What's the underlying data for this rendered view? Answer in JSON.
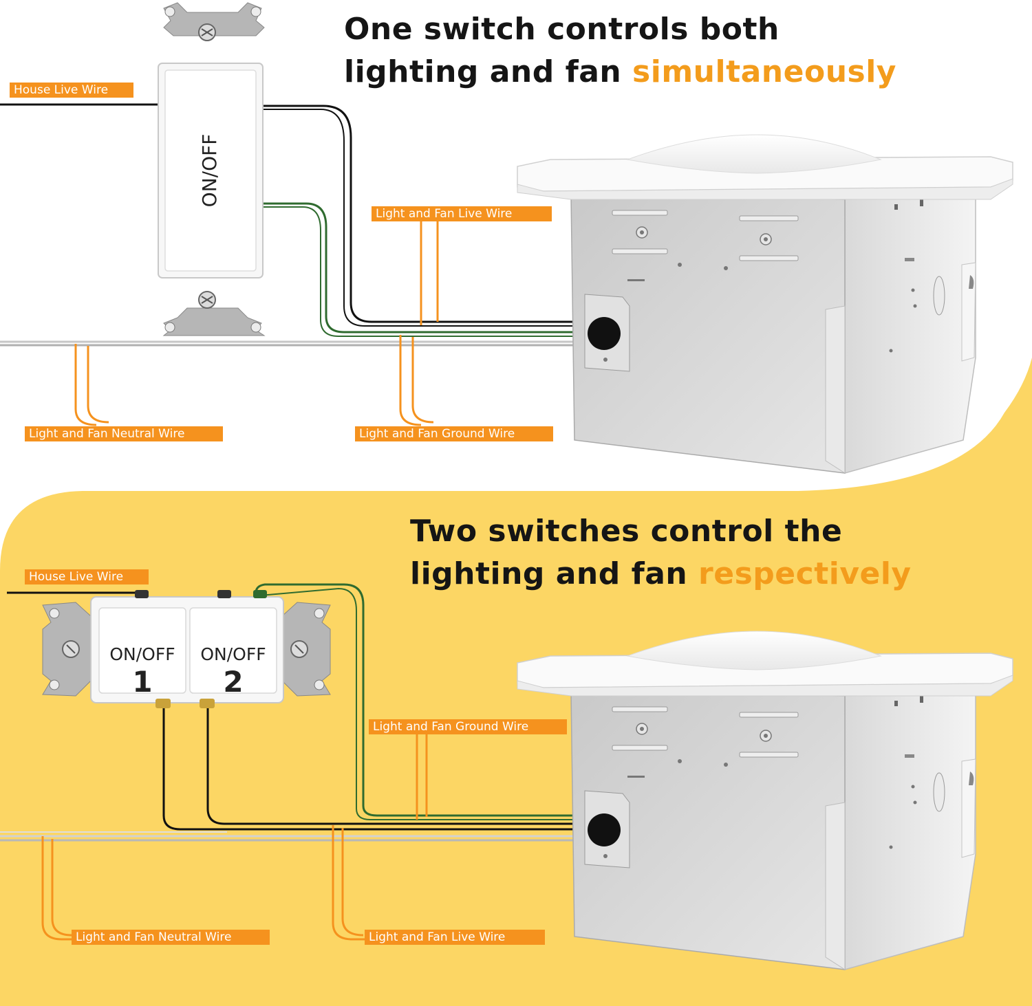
{
  "top_section": {
    "headline_line1": "One switch controls both",
    "headline_line2_plain": "lighting and fan ",
    "headline_line2_accent": "simultaneously",
    "switch_label": "ON/OFF",
    "labels": {
      "house_live": "House Live Wire",
      "light_fan_live": "Light and Fan Live Wire",
      "light_fan_neutral": "Light and Fan Neutral Wire",
      "light_fan_ground": "Light and Fan Ground Wire"
    }
  },
  "bottom_section": {
    "headline_line1": "Two switches control the",
    "headline_line2_plain": "lighting and fan ",
    "headline_line2_accent": "respectively",
    "switch1_label": "ON/OFF",
    "switch1_number": "1",
    "switch2_label": "ON/OFF",
    "switch2_number": "2",
    "labels": {
      "house_live": "House Live Wire",
      "light_fan_ground": "Light and Fan Ground Wire",
      "light_fan_neutral": "Light and Fan Neutral Wire",
      "light_fan_live": "Light and Fan Live Wire"
    }
  },
  "colors": {
    "accent": "#f39c1c",
    "label_bg": "#f5921e",
    "background_yellow": "#fcd664",
    "live_wire": "#111111",
    "ground_wire": "#2f6b2f",
    "neutral_wire": "#c8c8c8"
  }
}
